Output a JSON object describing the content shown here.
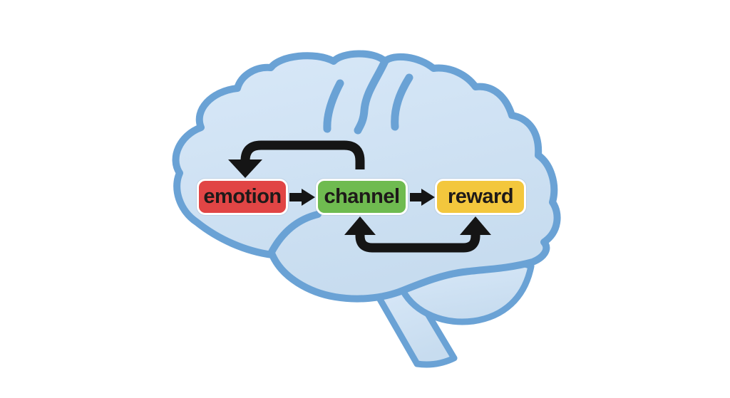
{
  "diagram": {
    "description": "Cartoon side-view brain illustration containing a three-node feedback loop",
    "nodes": [
      {
        "id": "emotion",
        "label": "emotion",
        "color": "#e14545"
      },
      {
        "id": "channel",
        "label": "channel",
        "color": "#6fbb50"
      },
      {
        "id": "reward",
        "label": "reward",
        "color": "#f3c73d"
      }
    ],
    "edges": [
      {
        "from": "emotion",
        "to": "channel",
        "type": "straight-arrow"
      },
      {
        "from": "channel",
        "to": "reward",
        "type": "straight-arrow"
      },
      {
        "from": "channel",
        "to": "emotion",
        "type": "top-arc-arrow"
      },
      {
        "from": "reward",
        "to": "channel",
        "type": "bottom-arc-double-arrow"
      }
    ],
    "colors": {
      "background": "#ffffff",
      "brain_fill": "#cfe1f3",
      "brain_outline": "#6aa2d5",
      "arrow": "#151515",
      "node_border": "#ffffff",
      "node_text": "#1e1a19"
    }
  }
}
